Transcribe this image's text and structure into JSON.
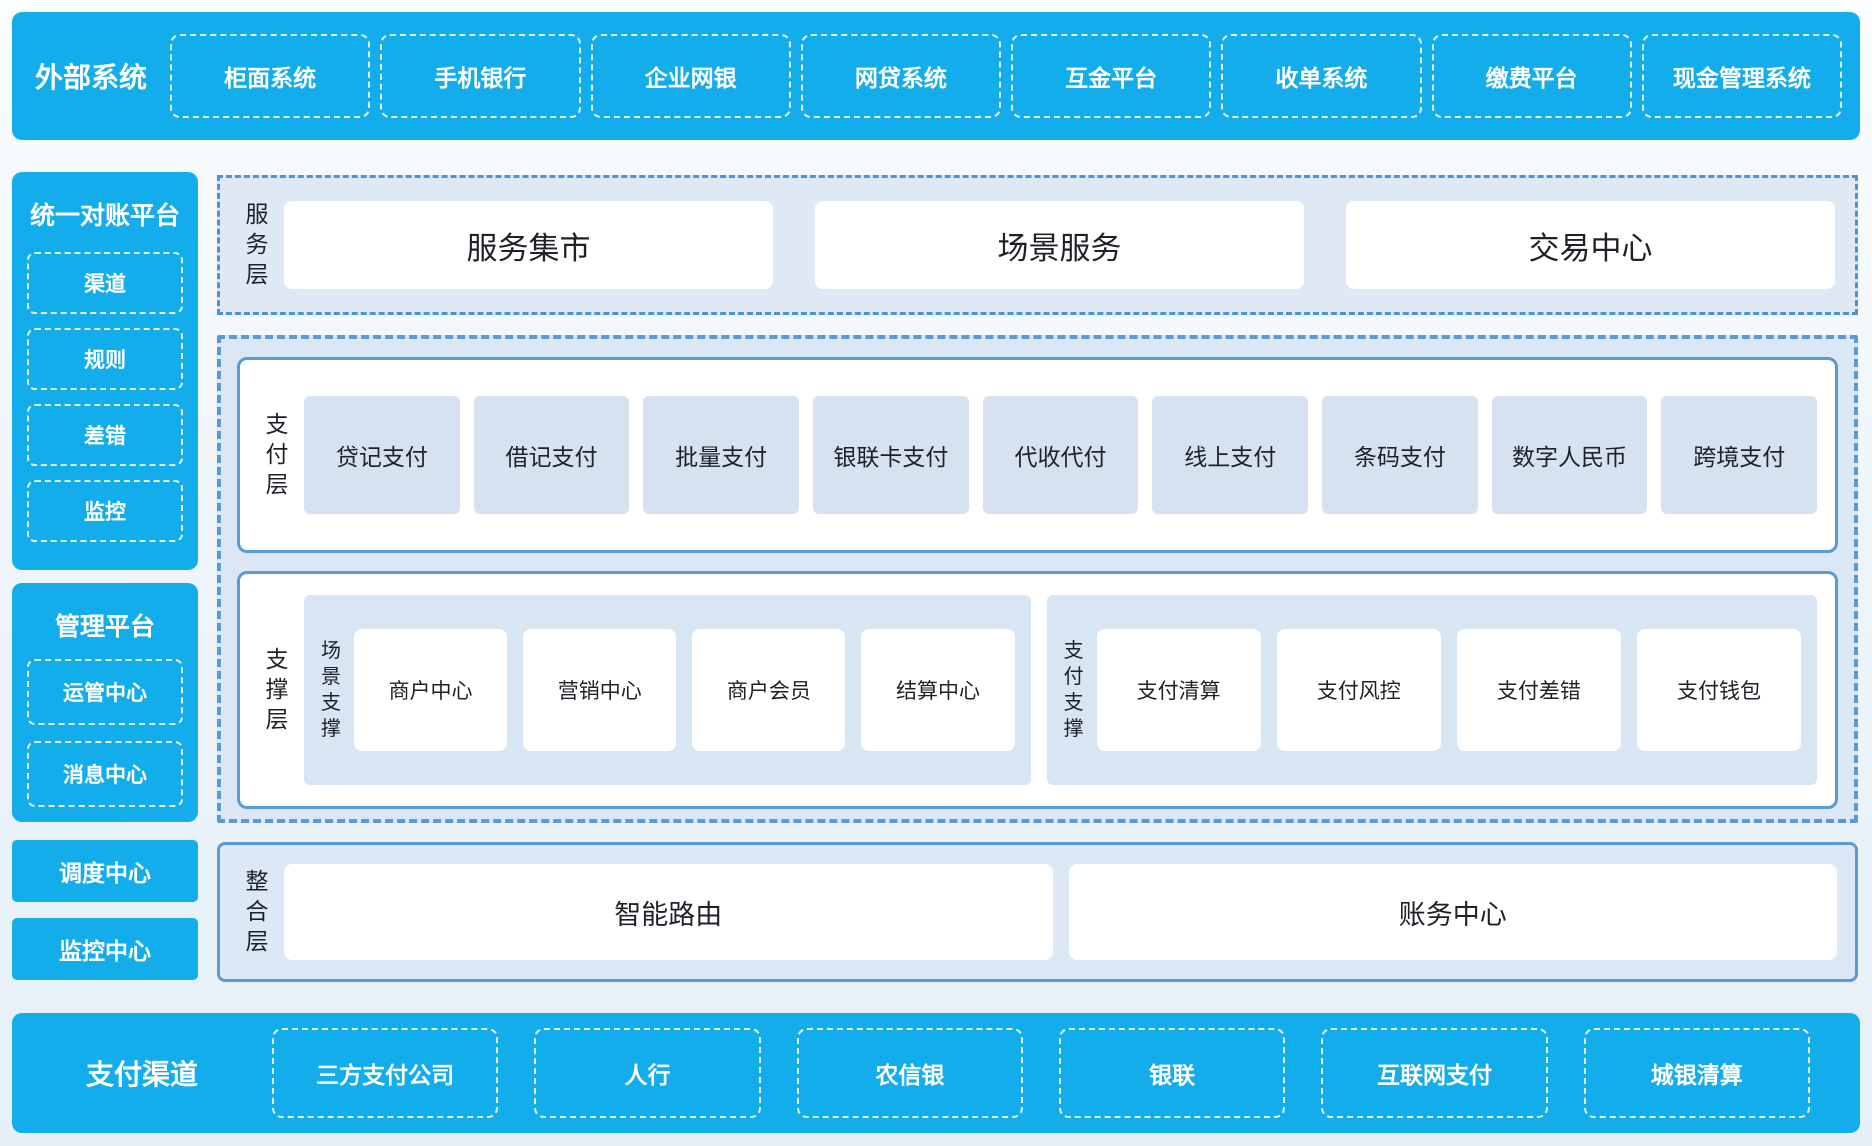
{
  "colors": {
    "brand_blue": "#14ADEB",
    "panel_border_blue": "#5B9BD5",
    "panel_fill_light": "#DBE7F4",
    "card_fill_light": "#D6E2F0",
    "text_dark": "#1E2228",
    "white": "#FFFFFF"
  },
  "top_bar": {
    "title": "外部系统",
    "items": [
      "柜面系统",
      "手机银行",
      "企业网银",
      "网贷系统",
      "互金平台",
      "收单系统",
      "缴费平台",
      "现金管理系统"
    ]
  },
  "sidebar": {
    "reconciliation": {
      "title": "统一对账平台",
      "items": [
        "渠道",
        "规则",
        "差错",
        "监控"
      ]
    },
    "management": {
      "title": "管理平台",
      "items": [
        "运管中心",
        "消息中心"
      ]
    },
    "dispatch_center": "调度中心",
    "monitor_center": "监控中心"
  },
  "main": {
    "service_layer": {
      "label": "服务层",
      "cards": [
        "服务集市",
        "场景服务",
        "交易中心"
      ]
    },
    "payment_layer": {
      "label": "支付层",
      "cards": [
        "贷记支付",
        "借记支付",
        "批量支付",
        "银联卡支付",
        "代收代付",
        "线上支付",
        "条码支付",
        "数字人民币",
        "跨境支付"
      ]
    },
    "support_layer": {
      "label": "支撑层",
      "groups": [
        {
          "label": "场景支撑",
          "cards": [
            "商户中心",
            "营销中心",
            "商户会员",
            "结算中心"
          ]
        },
        {
          "label": "支付支撑",
          "cards": [
            "支付清算",
            "支付风控",
            "支付差错",
            "支付钱包"
          ]
        }
      ]
    },
    "integration_layer": {
      "label": "整合层",
      "cards": [
        "智能路由",
        "账务中心"
      ]
    }
  },
  "bottom_bar": {
    "title": "支付渠道",
    "items": [
      "三方支付公司",
      "人行",
      "农信银",
      "银联",
      "互联网支付",
      "城银清算"
    ]
  }
}
